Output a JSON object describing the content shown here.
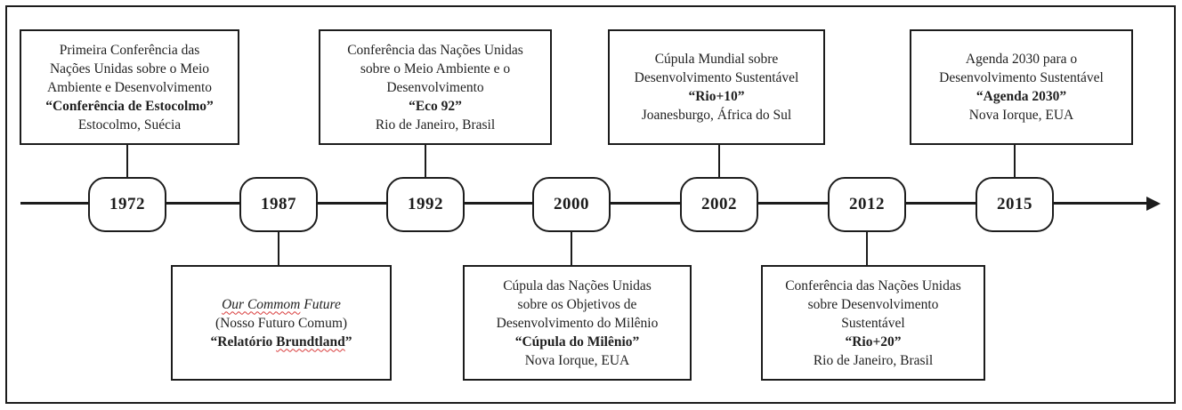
{
  "diagram": {
    "type": "timeline",
    "line_color": "#1c1c1c",
    "background_color": "#ffffff",
    "spellcheck_squiggle_color": "#d83b3b"
  },
  "events": [
    {
      "year": "1972",
      "side": "above",
      "lines": [
        {
          "style": "regular",
          "segments": [
            {
              "t": "Primeira Conferência das"
            }
          ]
        },
        {
          "style": "regular",
          "segments": [
            {
              "t": "Nações Unidas sobre o Meio"
            }
          ]
        },
        {
          "style": "regular",
          "segments": [
            {
              "t": "Ambiente e Desenvolvimento"
            }
          ]
        },
        {
          "style": "bold",
          "segments": [
            {
              "t": "“Conferência de Estocolmo”"
            }
          ]
        },
        {
          "style": "regular",
          "segments": [
            {
              "t": "Estocolmo, Suécia"
            }
          ]
        }
      ]
    },
    {
      "year": "1987",
      "side": "below",
      "lines": [
        {
          "style": "italic",
          "segments": [
            {
              "t": "Our Commom",
              "squiggle": true
            },
            {
              "t": " Future"
            }
          ]
        },
        {
          "style": "regular",
          "segments": [
            {
              "t": "(Nosso Futuro Comum)"
            }
          ]
        },
        {
          "style": "bold",
          "segments": [
            {
              "t": "“Relatório "
            },
            {
              "t": "Brundtland",
              "squiggle": true
            },
            {
              "t": "”"
            }
          ]
        }
      ]
    },
    {
      "year": "1992",
      "side": "above",
      "lines": [
        {
          "style": "regular",
          "segments": [
            {
              "t": "Conferência das Nações Unidas"
            }
          ]
        },
        {
          "style": "regular",
          "segments": [
            {
              "t": "sobre o Meio Ambiente e o"
            }
          ]
        },
        {
          "style": "regular",
          "segments": [
            {
              "t": "Desenvolvimento"
            }
          ]
        },
        {
          "style": "bold",
          "segments": [
            {
              "t": "“Eco 92”"
            }
          ]
        },
        {
          "style": "regular",
          "segments": [
            {
              "t": "Rio de Janeiro, Brasil"
            }
          ]
        }
      ]
    },
    {
      "year": "2000",
      "side": "below",
      "lines": [
        {
          "style": "regular",
          "segments": [
            {
              "t": "Cúpula das Nações Unidas"
            }
          ]
        },
        {
          "style": "regular",
          "segments": [
            {
              "t": "sobre os Objetivos de"
            }
          ]
        },
        {
          "style": "regular",
          "segments": [
            {
              "t": "Desenvolvimento do Milênio"
            }
          ]
        },
        {
          "style": "bold",
          "segments": [
            {
              "t": "“Cúpula do Milênio”"
            }
          ]
        },
        {
          "style": "regular",
          "segments": [
            {
              "t": "Nova Iorque, EUA"
            }
          ]
        }
      ]
    },
    {
      "year": "2002",
      "side": "above",
      "lines": [
        {
          "style": "regular",
          "segments": [
            {
              "t": "Cúpula Mundial sobre"
            }
          ]
        },
        {
          "style": "regular",
          "segments": [
            {
              "t": "Desenvolvimento Sustentável"
            }
          ]
        },
        {
          "style": "bold",
          "segments": [
            {
              "t": "“Rio+10”"
            }
          ]
        },
        {
          "style": "regular",
          "segments": [
            {
              "t": "Joanesburgo, África do Sul"
            }
          ]
        }
      ]
    },
    {
      "year": "2012",
      "side": "below",
      "lines": [
        {
          "style": "regular",
          "segments": [
            {
              "t": "Conferência das Nações Unidas"
            }
          ]
        },
        {
          "style": "regular",
          "segments": [
            {
              "t": "sobre Desenvolvimento"
            }
          ]
        },
        {
          "style": "regular",
          "segments": [
            {
              "t": "Sustentável"
            }
          ]
        },
        {
          "style": "bold",
          "segments": [
            {
              "t": "“Rio+20”"
            }
          ]
        },
        {
          "style": "regular",
          "segments": [
            {
              "t": "Rio de Janeiro, Brasil"
            }
          ]
        }
      ]
    },
    {
      "year": "2015",
      "side": "above",
      "lines": [
        {
          "style": "regular",
          "segments": [
            {
              "t": "Agenda 2030 para o"
            }
          ]
        },
        {
          "style": "regular",
          "segments": [
            {
              "t": "Desenvolvimento Sustentável"
            }
          ]
        },
        {
          "style": "bold",
          "segments": [
            {
              "t": "“Agenda 2030”"
            }
          ]
        },
        {
          "style": "regular",
          "segments": [
            {
              "t": "Nova Iorque, EUA"
            }
          ]
        }
      ]
    }
  ]
}
